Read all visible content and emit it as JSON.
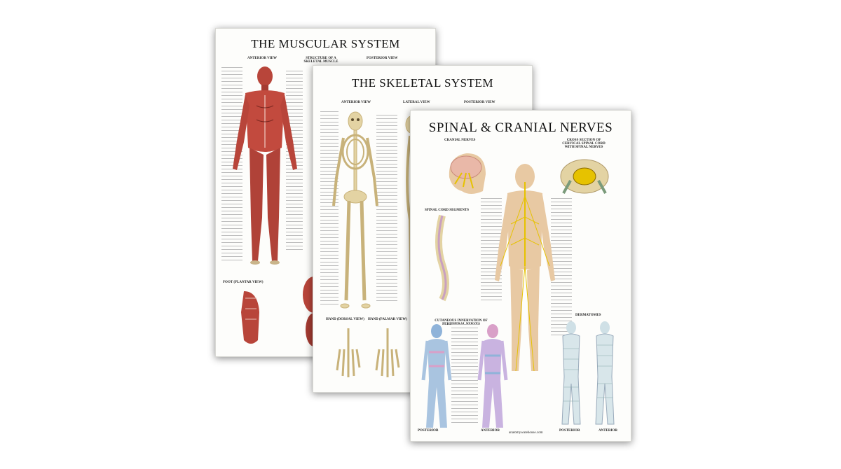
{
  "posters": [
    {
      "title": "THE MUSCULAR SYSTEM",
      "views": [
        "ANTERIOR VIEW",
        "STRUCTURE OF A SKELETAL MUSCLE",
        "POSTERIOR VIEW",
        "FOOT (PLANTAR VIEW)"
      ]
    },
    {
      "title": "THE SKELETAL SYSTEM",
      "views": [
        "ANTERIOR VIEW",
        "LATERAL VIEW",
        "POSTERIOR VIEW",
        "HAND (DORSAL VIEW)",
        "HAND (PALMAR VIEW)"
      ]
    },
    {
      "title": "SPINAL & CRANIAL NERVES",
      "views": [
        "CRANIAL NERVES",
        "CROSS SECTION OF CERVICAL SPINAL CORD WITH SPINAL NERVES",
        "SPINAL CORD SEGMENTS",
        "CUTANEOUS INNERVATION OF PERIPHERAL NERVES",
        "DERMATOMES",
        "POSTERIOR",
        "ANTERIOR",
        "POSTERIOR",
        "ANTERIOR"
      ],
      "website": "anatomywarehouse.com"
    }
  ],
  "colors": {
    "muscle": "#b8453a",
    "bone": "#e3d3a3",
    "nerve": "#e6c200",
    "skin": "#e8c9a3"
  }
}
